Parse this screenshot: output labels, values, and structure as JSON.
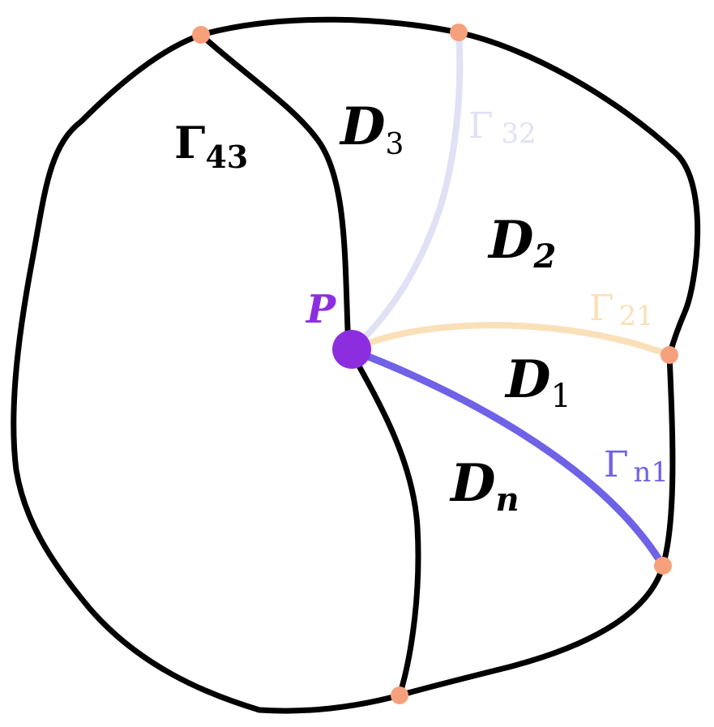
{
  "labels": {
    "p": "P",
    "d_main": "D",
    "sub_d3": "3",
    "sub_d2": "2",
    "sub_d1": "1",
    "sub_dn": "n",
    "gamma": "Γ",
    "sub_g43": "43",
    "sub_g32": "32",
    "sub_g21": "21",
    "sub_gn1": "n1"
  },
  "colors": {
    "outline": "#000000",
    "gamma32": "#e1e1f5",
    "gamma21": "#fae0b8",
    "gamman1": "#6f62e6",
    "point_p": "#8c2ee0",
    "endpoint": "#f6a07c",
    "text": "#000000"
  }
}
